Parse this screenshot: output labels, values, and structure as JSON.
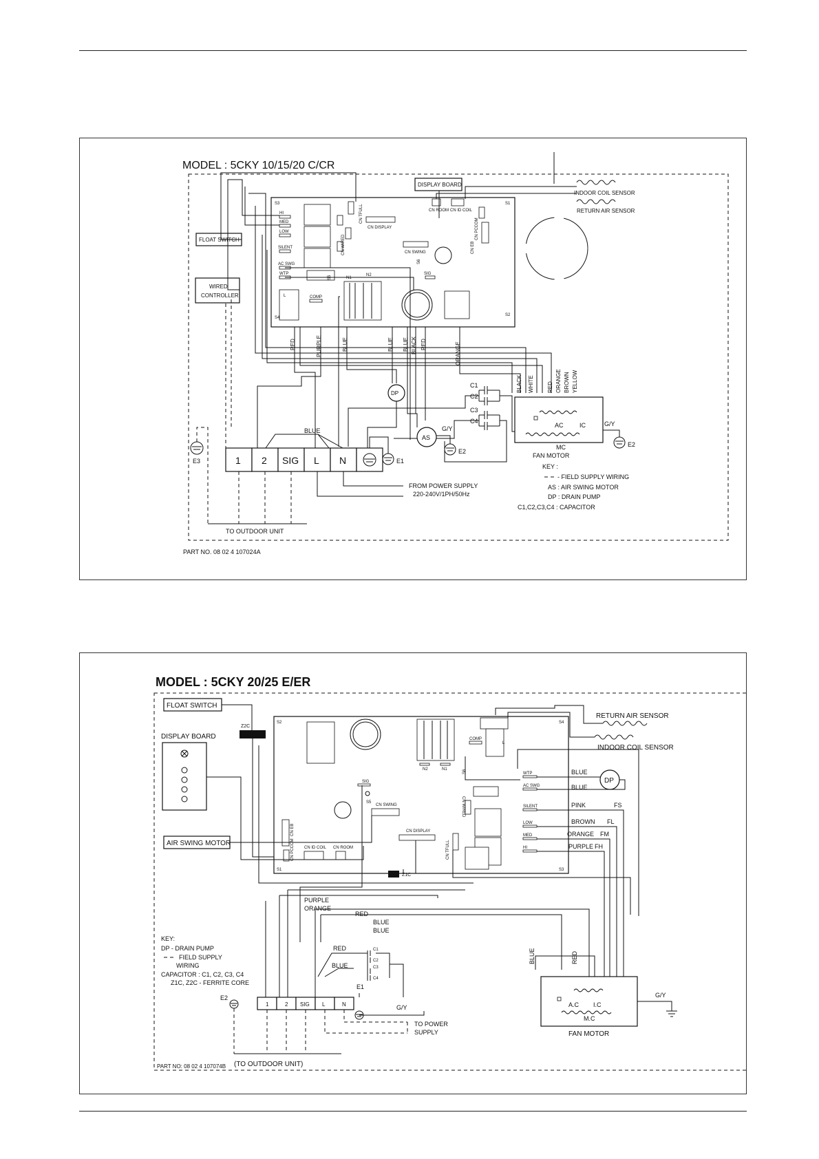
{
  "d1": {
    "model": "MODEL : 5CKY 10/15/20 C/CR",
    "display_board": "DISPLAY BOARD",
    "indoor_coil_sensor": "INDOOR COIL SENSOR",
    "return_air_sensor": "RETURN AIR SENSOR",
    "float_switch": "FLOAT SWITCH",
    "wired_1": "WIRED",
    "wired_2": "CONTROLLER",
    "pcb": {
      "s3": "S3",
      "s1": "S1",
      "s2": "S2",
      "s4": "S4",
      "s5": "S5",
      "s6": "S6",
      "hi": "HI",
      "med": "MED",
      "low": "LOW",
      "silent": "SILENT",
      "acswg": "AC SWG",
      "wtp": "WTP",
      "l": "L",
      "comp": "COMP",
      "n1": "N1",
      "n2": "N2",
      "sig": "SIG",
      "cn_tfull": "CN TFULL",
      "cn_display": "CN DISPLAY",
      "cn_room": "CN ROOM",
      "cn_id_coil": "CN ID COIL",
      "cn_pccom": "CN PCCOM",
      "cn_eb": "CN EB",
      "cn_wired": "CN WIRED",
      "cn_swing": "CN SWING"
    },
    "wire_labels": [
      "RED",
      "PURPLE",
      "BLUE",
      "BLUE",
      "BLUE",
      "BLACK",
      "RED",
      "ORANGE"
    ],
    "motor_wires": [
      "BLACK",
      "WHITE",
      "RED",
      "ORANGE",
      "BROWN",
      "YELLOW"
    ],
    "dp": "DP",
    "as": "AS",
    "gy": "G/Y",
    "e1": "E1",
    "e2": "E2",
    "e2b": "E2",
    "e3": "E3",
    "gy2": "G/Y",
    "caps": [
      "C1",
      "C2",
      "C3",
      "C4"
    ],
    "blue": "BLUE",
    "terminals": [
      "1",
      "2",
      "SIG",
      "L",
      "N"
    ],
    "ac": "AC",
    "ic": "IC",
    "mc": "MC",
    "fan_motor": "FAN MOTOR",
    "key": "KEY :",
    "key_items": [
      "- FIELD SUPPLY WIRING",
      "AS  : AIR SWING MOTOR",
      "DP  : DRAIN PUMP",
      "C1,C2,C3,C4  : CAPACITOR"
    ],
    "power_1": "FROM POWER SUPPLY",
    "power_2": "220-240V/1PH/50Hz",
    "outdoor": "TO OUTDOOR UNIT",
    "part_no": "PART NO. 08 02 4 107024A"
  },
  "d2": {
    "model": "MODEL : 5CKY 20/25 E/ER",
    "float_switch": "FLOAT SWITCH",
    "display_board": "DISPLAY BOARD",
    "return_air_sensor": "RETURN AIR SENSOR",
    "indoor_coil_sensor": "INDOOR COIL SENSOR",
    "air_swing_motor": "AIR SWING MOTOR",
    "z2c": "Z2C",
    "z1c": "Z1C",
    "pcb": {
      "s2": "S2",
      "s4": "S4",
      "s1": "S1",
      "s3": "S3",
      "s5": "S5",
      "s6": "S6",
      "comp": "COMP",
      "l": "L",
      "n2": "N2",
      "n1": "N1",
      "sig": "SIG",
      "cn_swing": "CN SWING",
      "cn_eb": "CN EB",
      "cn_pccom": "CN PCCOM",
      "cn_id_coil": "CN ID COIL",
      "cn_room": "CN ROOM",
      "cn_display": "CN DISPLAY",
      "cn_tfull": "CN TFULL",
      "cn_wired": "CN WIRED",
      "wtp": "WTP",
      "acswg": "AC SWG",
      "silent": "SILENT",
      "low": "LOW",
      "med": "MED",
      "hi": "HI"
    },
    "right_wires": [
      {
        "color": "BLUE",
        "code": ""
      },
      {
        "color": "BLUE",
        "code": ""
      },
      {
        "color": "PINK",
        "code": "FS"
      },
      {
        "color": "BROWN",
        "code": "FL"
      },
      {
        "color": "ORANGE",
        "code": "FM"
      },
      {
        "color": "PURPLE",
        "code": "FH"
      }
    ],
    "dp": "DP",
    "bottom_wires": [
      "PURPLE",
      "ORANGE",
      "RED",
      "BLUE",
      "BLUE"
    ],
    "red": "RED",
    "blue": "BLUE",
    "caps": [
      "C1",
      "C2",
      "C3",
      "C4"
    ],
    "key": "KEY:",
    "key_items": [
      "DP - DRAIN PUMP",
      "FIELD SUPPLY",
      "WIRING",
      "CAPACITOR : C1, C2, C3, C4",
      "Z1C, Z2C - FERRITE CORE"
    ],
    "e1": "E1",
    "e2": "E2",
    "gy": "G/Y",
    "gy2": "G/Y",
    "terminals": [
      "1",
      "2",
      "SIG",
      "L",
      "N"
    ],
    "power_1": "TO POWER",
    "power_2": "SUPPLY",
    "motor_blue": "BLUE",
    "motor_red": "RED",
    "ac": "A.C",
    "ic": "I.C",
    "mc": "M.C",
    "fan_motor": "FAN MOTOR",
    "outdoor": "(TO OUTDOOR UNIT)",
    "part_no": "PART NO: 08 02 4 107074B"
  }
}
